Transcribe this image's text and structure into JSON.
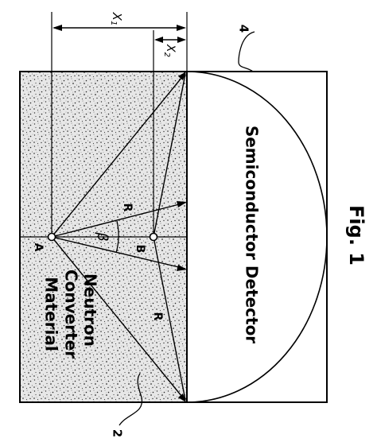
{
  "figure": {
    "label": "Fig. 1",
    "regions": {
      "converter": {
        "line1": "Neutron",
        "line2": "Converter",
        "line3": "Material"
      },
      "detector": "Semiconductor Detector"
    },
    "dimensions": {
      "x1": "X",
      "x1_sub": "1",
      "x2": "X",
      "x2_sub": "2"
    },
    "points": {
      "a": "A",
      "b": "B"
    },
    "angle": "β",
    "radius_labels": [
      "R",
      "R"
    ],
    "reference_numerals": {
      "detector": "4",
      "converter": "2"
    }
  }
}
